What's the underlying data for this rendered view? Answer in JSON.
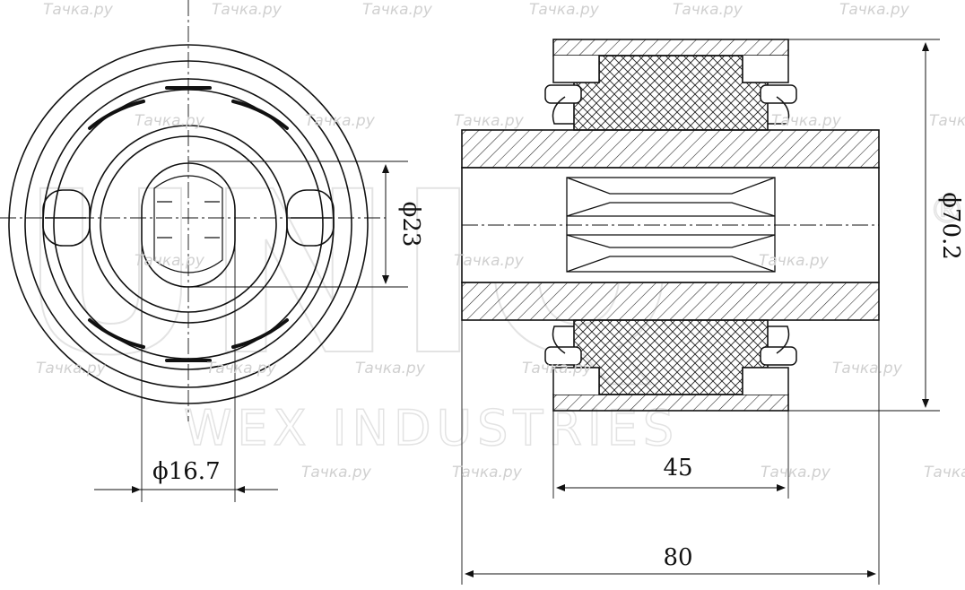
{
  "watermark": {
    "site": "Тачка.ру",
    "brand": "UNIQ",
    "tagline": "WEX INDUSTRIES",
    "registered": "®"
  },
  "dimensions": {
    "inner_diameter": "ϕ16.7",
    "bore_diameter": "ϕ23",
    "outer_diameter": "ϕ70.2",
    "outer_sleeve_length": "45",
    "overall_length": "80"
  },
  "colors": {
    "line": "#111111",
    "watermark": "#d0d0d0"
  }
}
